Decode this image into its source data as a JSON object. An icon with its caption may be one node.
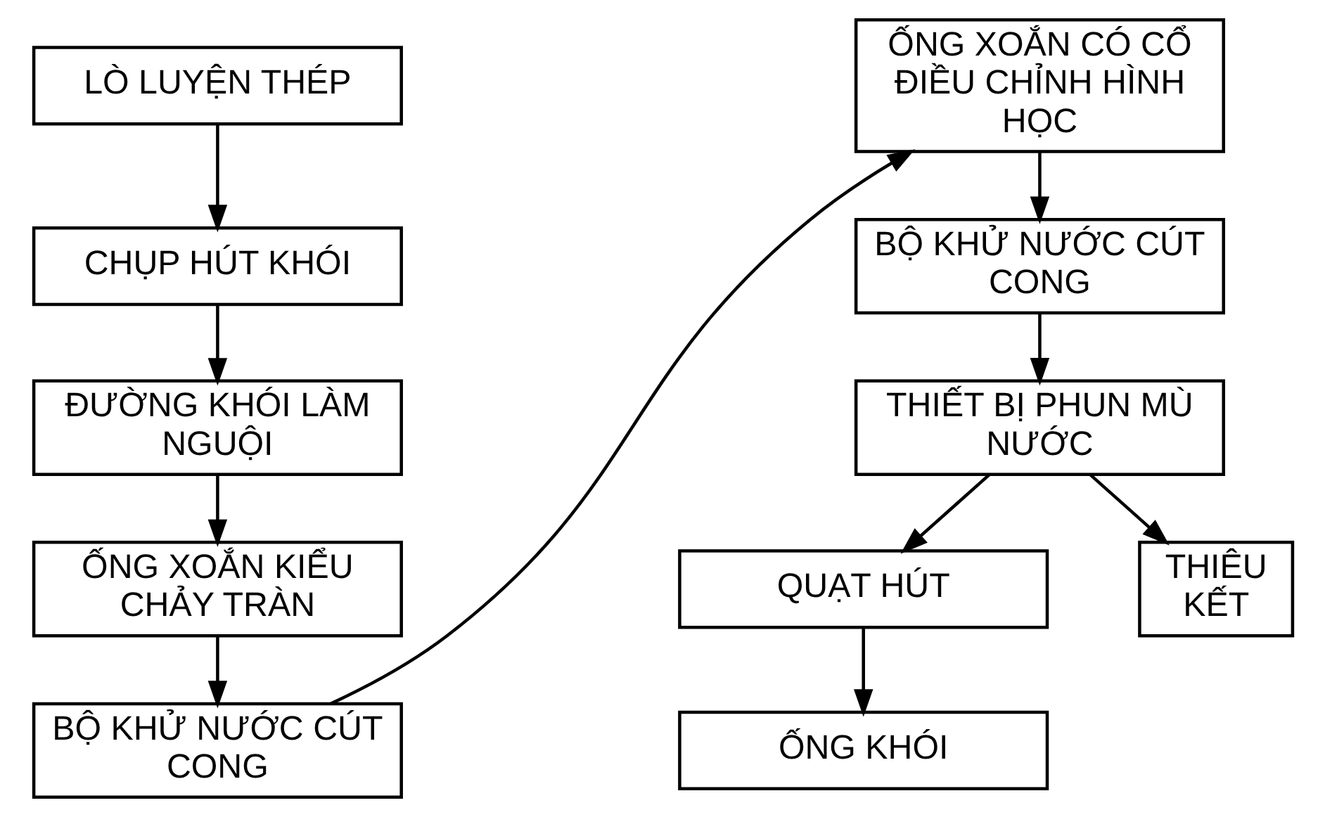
{
  "diagram": {
    "nodes": [
      {
        "text": [
          "LÒ LUYỆN THÉP"
        ]
      },
      {
        "text": [
          "CHỤP HÚT KHÓI"
        ]
      },
      {
        "text": [
          "ĐƯỜNG KHÓI LÀM NGUỘI"
        ]
      },
      {
        "text": [
          "ỐNG XOẮN KIỂU CHẢY TRÀN"
        ]
      },
      {
        "text": [
          "BỘ KHỬ NƯỚC CÚT CONG"
        ]
      },
      {
        "text": [
          "ỐNG XOẮN CÓ CỔ ĐIỀU CHỈNH HÌNH HỌC"
        ]
      },
      {
        "text": [
          "BỘ KHỬ NƯỚC CÚT CONG"
        ]
      },
      {
        "text": [
          "THIẾT BỊ PHUN MÙ NƯỚC"
        ]
      },
      {
        "text": [
          "QUẠT HÚT"
        ]
      },
      {
        "text": [
          "ỐNG KHÓI"
        ]
      },
      {
        "text": [
          "THIÊU KẾT"
        ]
      }
    ],
    "edges": [
      {
        "from": 0,
        "to": 1,
        "arrow": "to"
      },
      {
        "from": 1,
        "to": 2,
        "arrow": "to"
      },
      {
        "from": 2,
        "to": 3,
        "arrow": "to"
      },
      {
        "from": 3,
        "to": 4,
        "arrow": "to"
      },
      {
        "from": 4,
        "to": 5,
        "arrow": "to"
      },
      {
        "from": 5,
        "to": 6,
        "arrow": "to"
      },
      {
        "from": 6,
        "to": 7,
        "arrow": "to"
      },
      {
        "from": 7,
        "to": 8,
        "arrow": "to"
      },
      {
        "from": 7,
        "to": 10,
        "arrow": "to"
      },
      {
        "from": 8,
        "to": 9,
        "arrow": "to"
      }
    ]
  }
}
